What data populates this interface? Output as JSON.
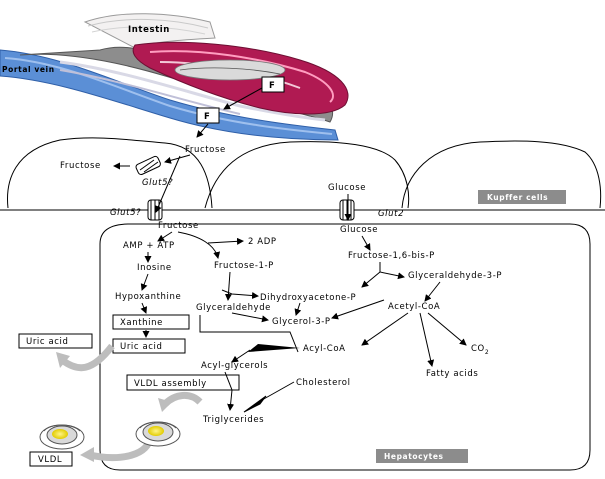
{
  "labels": {
    "intestin": "Intestin",
    "portal_vein": "Portal vein",
    "f1": "F",
    "f2": "F",
    "fructose_top": "Fructose",
    "fructose_kupffer": "Fructose",
    "glut5": "Glut5?",
    "glucose_top": "Glucose",
    "kupffer": "Kupffer cells",
    "glut5_membrane": "Glut5?",
    "glut2": "Glut2",
    "fructose_hep": "Fructose",
    "glucose_hep": "Glucose",
    "amp_atp": "AMP + ATP",
    "two_adp": "2 ADP",
    "inosine": "Inosine",
    "fructose_1p": "Fructose-1-P",
    "fructose_16bp": "Fructose-1,6-bis-P",
    "glyceraldehyde_3p": "Glyceraldehyde-3-P",
    "hypoxanthine": "Hypoxanthine",
    "dhap": "Dihydroxyacetone-P",
    "glyceraldehyde": "Glyceraldehyde",
    "acetyl_coa_1": "Acetyl-CoA",
    "xanthine": "Xanthine",
    "glycerol_3p": "Glycerol-3-P",
    "uric_acid_out": "Uric acid",
    "uric_acid_in": "Uric acid",
    "acyl_coa": "Acyl-CoA",
    "co2_main": "CO",
    "co2_sub": "2",
    "acyl_glycerols": "Acyl-glycerols",
    "vldl_assembly": "VLDL assembly",
    "cholesterol": "Cholesterol",
    "fatty_acids": "Fatty acids",
    "triglycerides": "Triglycerides",
    "vldl": "VLDL",
    "hepatocytes": "Hepatocytes"
  },
  "colors": {
    "portal_vein": "#5b8fd6",
    "intestine_tissue": "#b01a52",
    "intestine_outer": "#8a8a8a",
    "lipid_droplet": "#f2e51c",
    "label_box_gray": "#8c8c8c"
  }
}
